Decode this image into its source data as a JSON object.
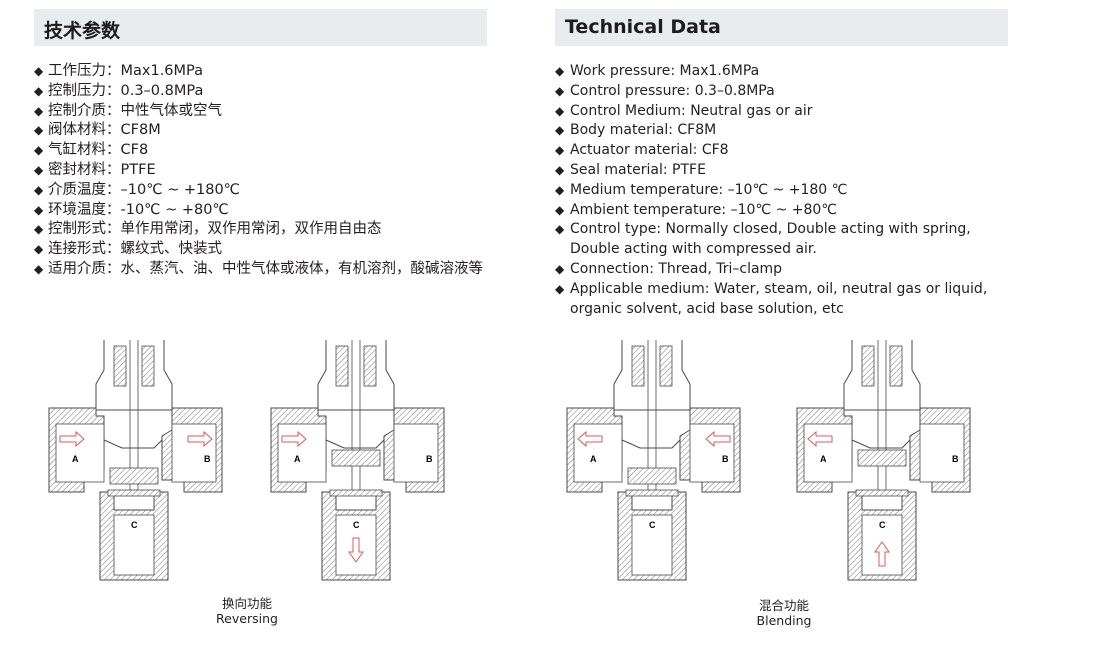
{
  "cn": {
    "title": "技术参数",
    "items": [
      "工作压力：Max1.6MPa",
      "控制压力：0.3–0.8MPa",
      "控制介质：中性气体或空气",
      "阀体材料：CF8M",
      "气缸材料：CF8",
      "密封材料：PTFE",
      "介质温度：–10℃ ~ +180℃",
      "环境温度：-10℃ ~ +80℃",
      "控制形式：单作用常闭，双作用常闭，双作用自由态",
      "连接形式：螺纹式、快装式",
      "适用介质：水、蒸汽、油、中性气体或液体，有机溶剂，酸碱溶液等"
    ]
  },
  "en": {
    "title": "Technical Data",
    "items": [
      "Work pressure: Max1.6MPa",
      "Control pressure: 0.3–0.8MPa",
      "Control Medium: Neutral gas or air",
      "Body material: CF8M",
      "Actuator material: CF8",
      "Seal material: PTFE",
      "Medium temperature: –10℃ ~ +180 ℃",
      "Ambient temperature: –10℃ ~ +80℃",
      "Control type: Normally closed, Double acting with spring, Double acting with compressed air.",
      "Connection: Thread, Tri–clamp",
      "Applicable medium: Water, steam, oil, neutral gas or liquid, organic solvent, acid base solution, etc"
    ]
  },
  "port_labels": {
    "a": "A",
    "b": "B",
    "c": "C"
  },
  "captions": {
    "reversing": {
      "cn": "换向功能",
      "en": "Reversing"
    },
    "blending": {
      "cn": "混合功能",
      "en": "Blending"
    }
  },
  "colors": {
    "header_bg": "#e9ecef",
    "arrow": "#e05a5a",
    "line": "#4a4a4a"
  }
}
